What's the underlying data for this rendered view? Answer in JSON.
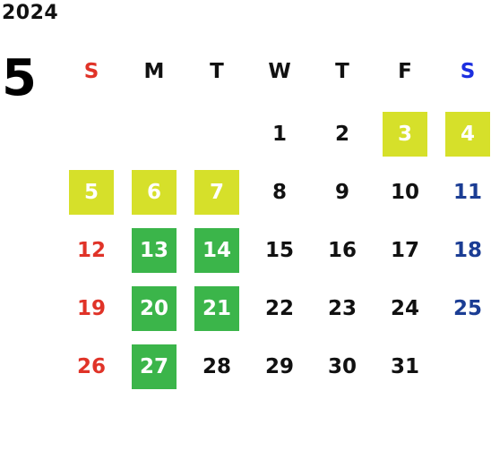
{
  "year": "2024",
  "month": "5",
  "weekdays": [
    "S",
    "M",
    "T",
    "W",
    "T",
    "F",
    "S"
  ],
  "colors": {
    "sunday": "#e03328",
    "saturday": "#1b3d94",
    "saturday_header": "#1c2fe0",
    "weekday": "#111111",
    "holiday_fill": "#d6e02a",
    "event_fill": "#3bb54a",
    "highlight_text": "#ffffff"
  },
  "weeks": [
    [
      null,
      null,
      null,
      {
        "day": "1"
      },
      {
        "day": "2"
      },
      {
        "day": "3",
        "mark": "holiday"
      },
      {
        "day": "4",
        "mark": "holiday"
      }
    ],
    [
      {
        "day": "5",
        "mark": "holiday"
      },
      {
        "day": "6",
        "mark": "holiday"
      },
      {
        "day": "7",
        "mark": "holiday"
      },
      {
        "day": "8"
      },
      {
        "day": "9"
      },
      {
        "day": "10"
      },
      {
        "day": "11"
      }
    ],
    [
      {
        "day": "12"
      },
      {
        "day": "13",
        "mark": "event"
      },
      {
        "day": "14",
        "mark": "event"
      },
      {
        "day": "15"
      },
      {
        "day": "16"
      },
      {
        "day": "17"
      },
      {
        "day": "18"
      }
    ],
    [
      {
        "day": "19"
      },
      {
        "day": "20",
        "mark": "event"
      },
      {
        "day": "21",
        "mark": "event"
      },
      {
        "day": "22"
      },
      {
        "day": "23"
      },
      {
        "day": "24"
      },
      {
        "day": "25"
      }
    ],
    [
      {
        "day": "26"
      },
      {
        "day": "27",
        "mark": "event"
      },
      {
        "day": "28"
      },
      {
        "day": "29"
      },
      {
        "day": "30"
      },
      {
        "day": "31"
      },
      null
    ]
  ]
}
